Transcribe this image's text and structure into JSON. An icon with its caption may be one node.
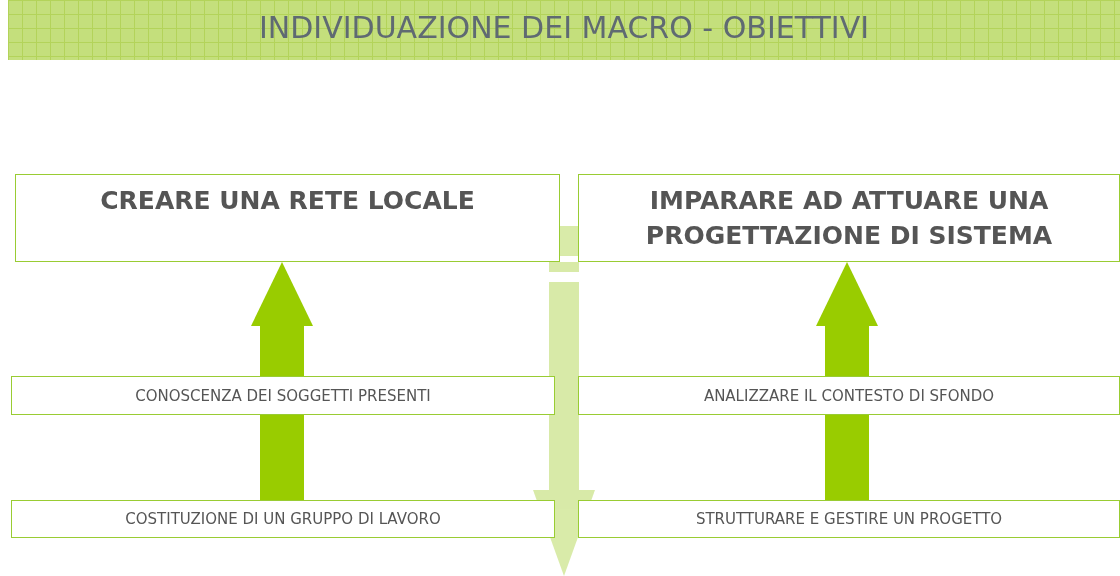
{
  "diagram": {
    "title": "INDIVIDUAZIONE DEI MACRO - OBIETTIVI",
    "nodes": [
      {
        "text": [
          "CREARE UNA RETE LOCALE"
        ]
      },
      {
        "text": [
          "IMPARARE AD ATTUARE UNA PROGETTAZIONE DI SISTEMA"
        ]
      },
      {
        "text": [
          "CONOSCENZA DEI SOGGETTI PRESENTI"
        ]
      },
      {
        "text": [
          "ANALIZZARE IL CONTESTO DI SFONDO"
        ]
      },
      {
        "text": [
          "COSTITUZIONE DI UN GRUPPO DI LAVORO"
        ]
      },
      {
        "text": [
          "STRUTTURARE E GESTIRE UN PROGETTO"
        ]
      }
    ],
    "edges": [
      {
        "from": 4,
        "to": 2,
        "arrow": "none"
      },
      {
        "from": 2,
        "to": 0,
        "arrow": "to"
      },
      {
        "from": 5,
        "to": 3,
        "arrow": "none"
      },
      {
        "from": 3,
        "to": 1,
        "arrow": "to"
      }
    ]
  }
}
